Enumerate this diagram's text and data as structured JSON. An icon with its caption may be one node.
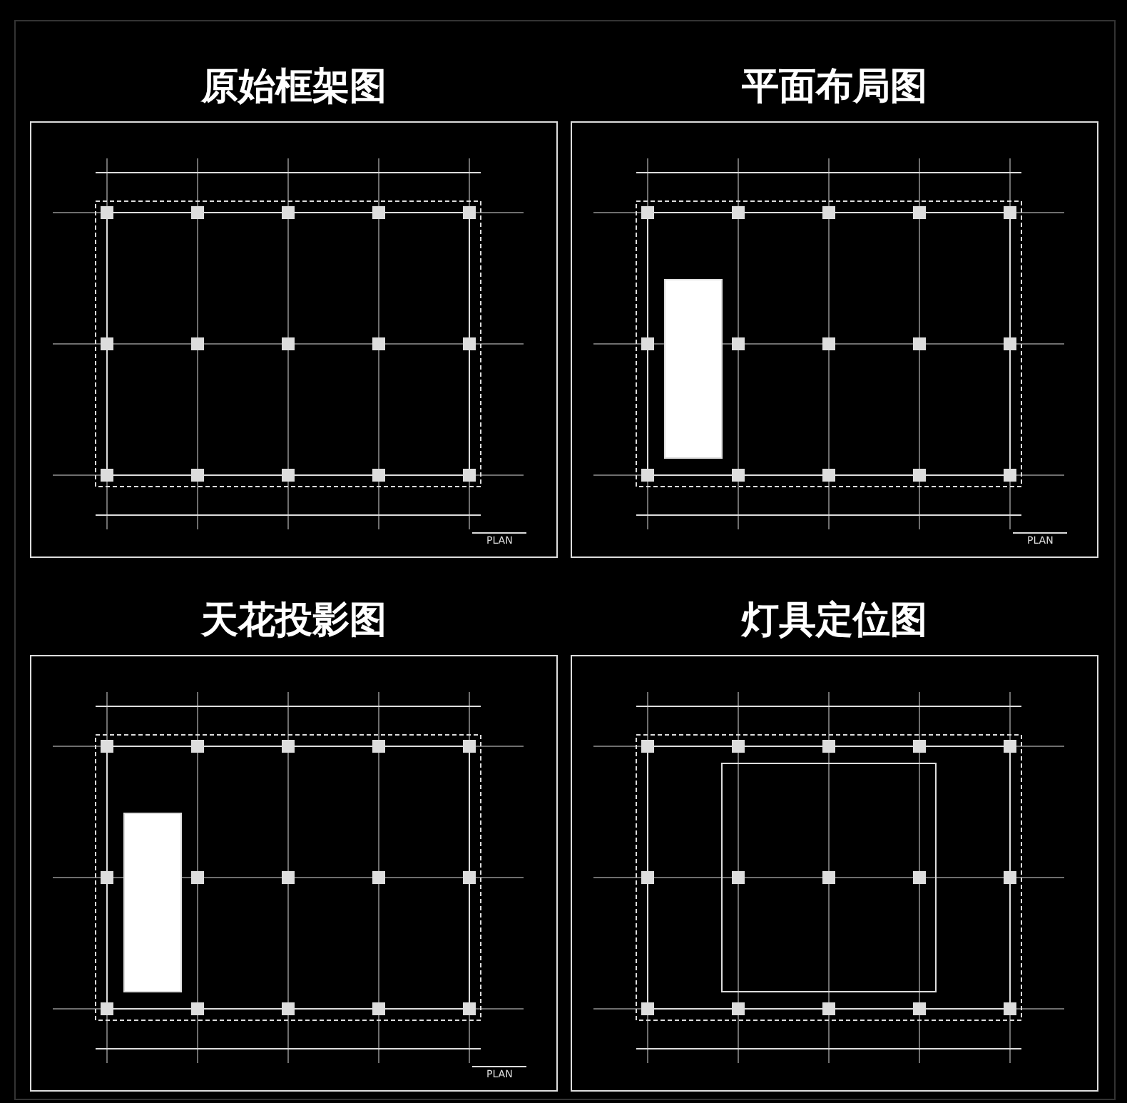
{
  "diagram": {
    "nodes": [
      {
        "text": [
          "原始框架图"
        ]
      },
      {
        "text": [
          "平面布局图"
        ]
      },
      {
        "text": [
          "天花投影图"
        ]
      },
      {
        "text": [
          "灯具定位图"
        ]
      }
    ],
    "labels": [
      "PLAN",
      "PLAN",
      "PLAN"
    ]
  }
}
